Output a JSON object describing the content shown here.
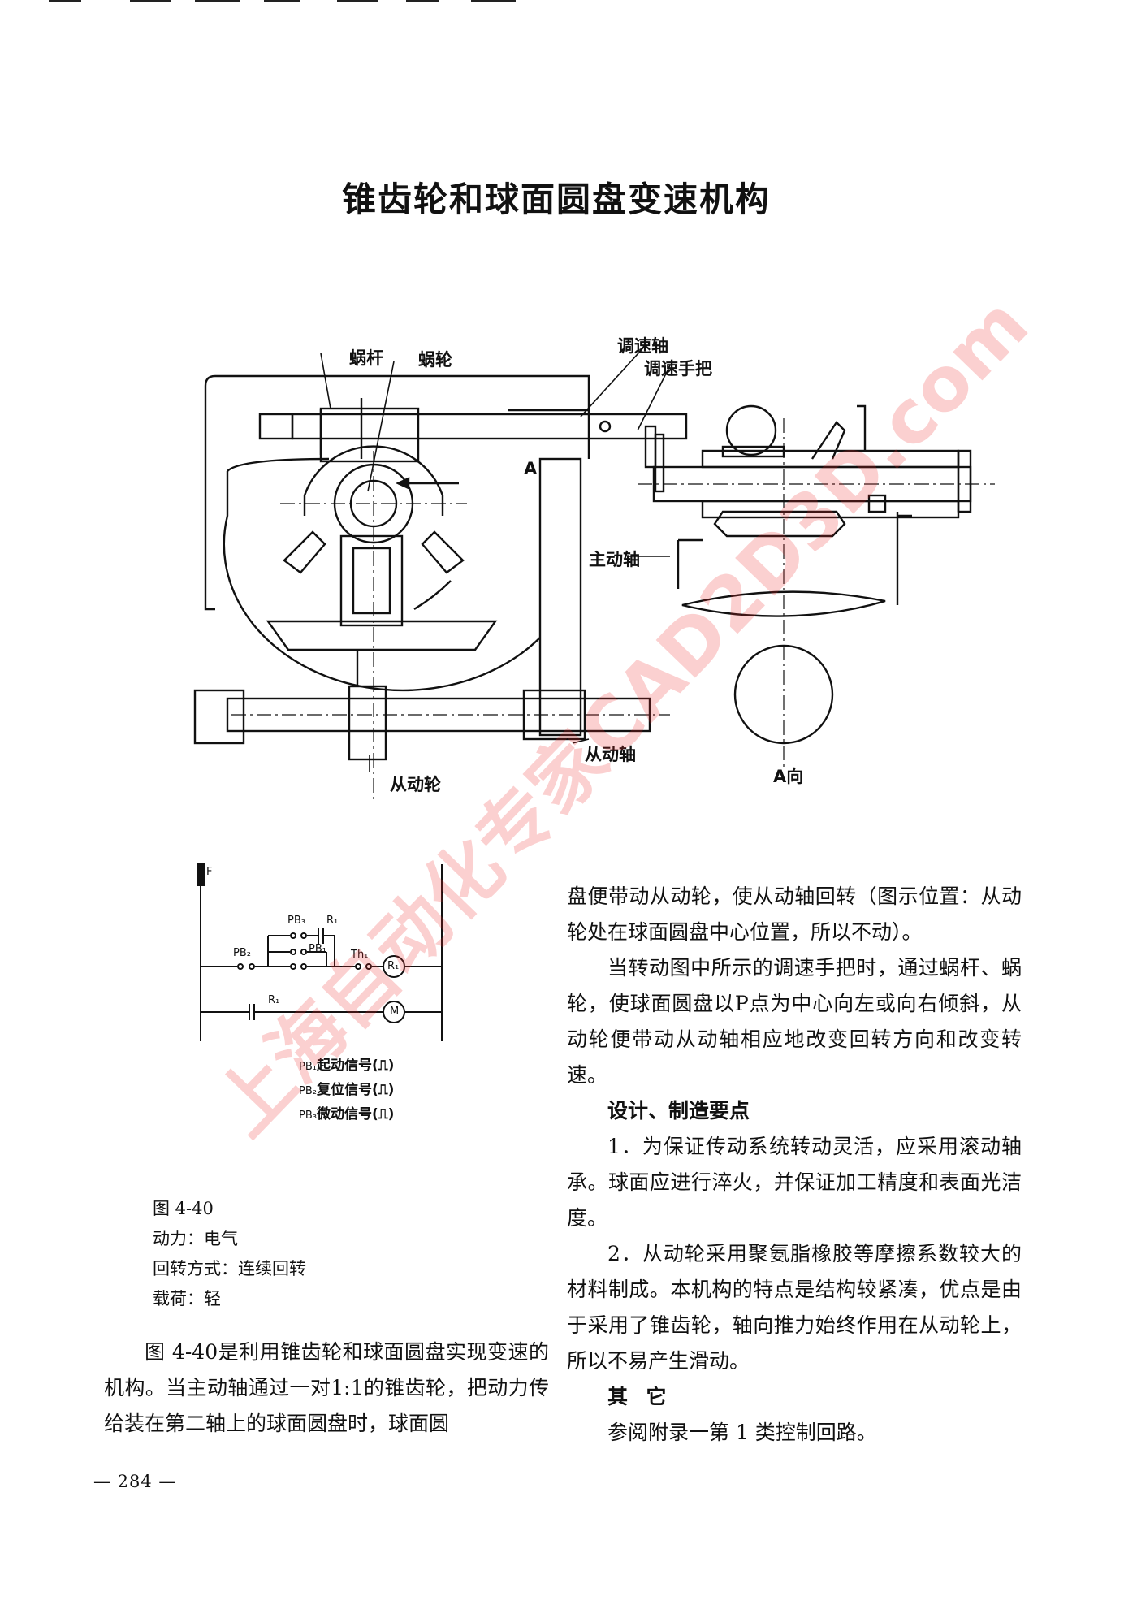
{
  "page": {
    "title": "锥齿轮和球面圆盘变速机构",
    "page_number": "— 284 —"
  },
  "figure_main": {
    "labels": {
      "worm": "蜗杆",
      "worm_wheel": "蜗轮",
      "speed_shaft": "调速轴",
      "speed_handle": "调速手把",
      "arrow_a": "A",
      "driving_shaft": "主动轴",
      "driven_wheel": "从动轮",
      "driven_shaft": "从动轴",
      "view_a": "A向"
    }
  },
  "figure_circuit": {
    "labels": {
      "fuse": "F",
      "pb3": "PB₃",
      "r1_top": "R₁",
      "pb2": "PB₂",
      "pb1": "PB₁",
      "th1": "Th₁",
      "relay": "R₁",
      "r1_contact": "R₁",
      "motor": "M"
    },
    "legend": [
      {
        "code": "PB₁",
        "text": "起动信号(⎍)"
      },
      {
        "code": "PB₂",
        "text": "复位信号(⎍)"
      },
      {
        "code": "PB₃",
        "text": "微动信号(⎍)"
      }
    ]
  },
  "figure_meta": {
    "number": "图 4-40",
    "power": "动力：电气",
    "rotation": "回转方式：连续回转",
    "load": "载荷：轻"
  },
  "text": {
    "intro": "图 4-40是利用锥齿轮和球面圆盘实现变速的机构。当主动轴通过一对1:1的锥齿轮，把动力传给装在第二轴上的球面圆盘时，球面圆",
    "cont_1": "盘便带动从动轮，使从动轴回转（图示位置：从动轮处在球面圆盘中心位置，所以不动）。",
    "cont_2": "当转动图中所示的调速手把时，通过蜗杆、蜗轮，使球面圆盘以P点为中心向左或向右倾斜，从动轮便带动从动轴相应地改变回转方向和改变转速。",
    "heading_design": "设计、制造要点",
    "point_1": "1．为保证传动系统转动灵活，应采用滚动轴承。球面应进行淬火，并保证加工精度和表面光洁度。",
    "point_2": "2．从动轮采用聚氨脂橡胶等摩擦系数较大的材料制成。本机构的特点是结构较紧凑，优点是由于采用了锥齿轮，轴向推力始终作用在从动轮上，所以不易产生滑动。",
    "heading_other": "其它",
    "other": "参阅附录一第 1 类控制回路。"
  },
  "watermark": "上海自动化专家CAD2D3D.com",
  "colors": {
    "ink": "#111111",
    "watermark": "#eb2828"
  }
}
